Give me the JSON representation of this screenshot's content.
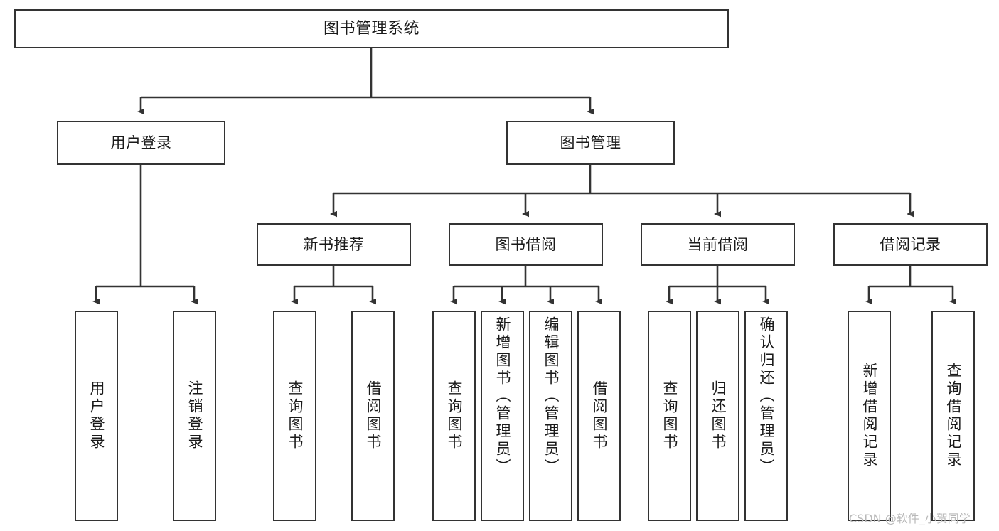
{
  "diagram": {
    "title": "图书管理系统",
    "type": "tree",
    "orientation": "top-down",
    "colors": {
      "box_border": "#333333",
      "box_fill": "#ffffff",
      "connector": "#333333",
      "text": "#1a1a1a",
      "watermark": "#b9b9b9",
      "background": "#ffffff"
    },
    "nodes": {
      "root": {
        "label": "图书管理系统"
      },
      "level2": [
        {
          "label": "用户登录"
        },
        {
          "label": "图书管理"
        }
      ],
      "level3": [
        {
          "label": "新书推荐"
        },
        {
          "label": "图书借阅"
        },
        {
          "label": "当前借阅"
        },
        {
          "label": "借阅记录"
        }
      ],
      "leaves_user_login": [
        {
          "label": "用户登录"
        },
        {
          "label": "注销登录"
        }
      ],
      "leaves_new_book": [
        {
          "label": "查询图书"
        },
        {
          "label": "借阅图书"
        }
      ],
      "leaves_borrow": [
        {
          "label": "查询图书"
        },
        {
          "label": "新增图书（管理员）"
        },
        {
          "label": "编辑图书（管理员）"
        },
        {
          "label": "借阅图书"
        }
      ],
      "leaves_current": [
        {
          "label": "查询图书"
        },
        {
          "label": "归还图书"
        },
        {
          "label": "确认归还（管理员）"
        }
      ],
      "leaves_records": [
        {
          "label": "新增借阅记录"
        },
        {
          "label": "查询借阅记录"
        }
      ]
    },
    "watermark": "CSDN @软件_小贺同学"
  }
}
